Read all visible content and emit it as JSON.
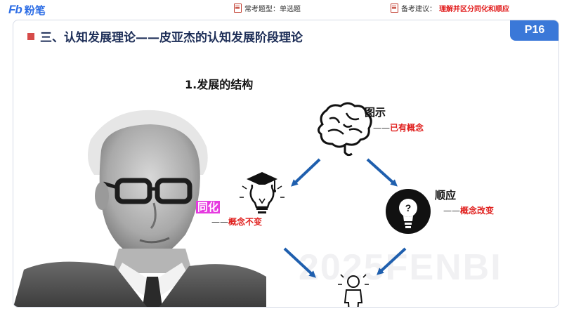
{
  "header": {
    "logo_mark": "Fb",
    "logo_text": "粉笔",
    "question_type_label": "常考题型：单选题",
    "advice_prefix": "备考建议：",
    "advice_text": "理解并区分同化和顺应"
  },
  "slide": {
    "page": "P16",
    "section_title": "三、认知发展理论——皮亚杰的认知发展阶段理论",
    "subtitle": "1.发展的结构",
    "watermark": "2025FENBI"
  },
  "diagram": {
    "schema": {
      "label": "图示",
      "dash": "——",
      "desc": "已有概念"
    },
    "assimilation": {
      "label": "同化",
      "dash": "——",
      "desc": "概念不变"
    },
    "accommodation": {
      "label": "顺应",
      "dash": "——",
      "desc": "概念改变"
    }
  },
  "icons": [
    "brain-icon",
    "graduation-bulb-icon",
    "question-bulb-icon",
    "person-icon"
  ],
  "colors": {
    "accent_blue": "#3a78d8",
    "arrow_blue": "#1f5fae",
    "red_text": "#e0211f",
    "highlight_magenta": "#e63be0"
  }
}
